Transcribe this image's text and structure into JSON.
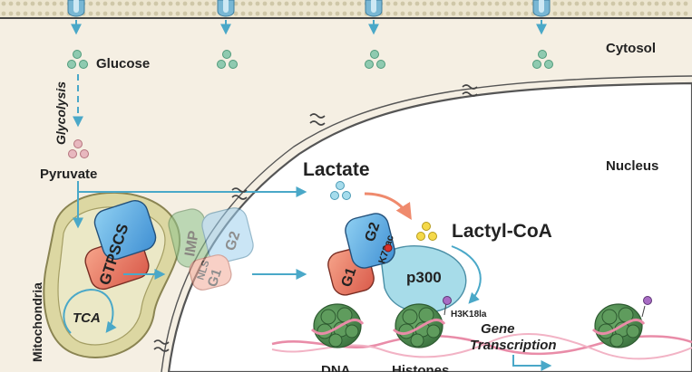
{
  "colors": {
    "cytosol_bg": "#f5efe3",
    "nucleus_bg": "#ffffff",
    "membrane": "#555555",
    "arrow_teal": "#4aa8c8",
    "arrow_orange": "#ef8a6d",
    "glucose": "#6fb89a",
    "pyruvate": "#d9a1a8",
    "lactate": "#8ecfe3",
    "lactyl_coa": "#f2d23a",
    "mito_fill": "#ddd9a8",
    "gtpscs_blue": "#5aa7e0",
    "gtpscs_red": "#e8705c",
    "imp_green": "#8fc48e",
    "histone_green": "#4f8b4e",
    "dna_pink": "#e98ca8",
    "p300": "#9fd8e6"
  },
  "labels": {
    "glucose": "Glucose",
    "glycolysis": "Glycolysis",
    "pyruvate": "Pyruvate",
    "cytosol": "Cytosol",
    "nucleus": "Nucleus",
    "lactate": "Lactate",
    "lactyl_coa": "Lactyl-CoA",
    "mitochondria": "Mitochondria",
    "tca": "TCA",
    "gtpscs": "GTPSCS",
    "imp": "IMP",
    "g2": "G2",
    "g1": "G1",
    "nls": "NLS",
    "k73ac": "K73ac",
    "p300": "p300",
    "h3k18la": "H3K18la",
    "gene": "Gene",
    "transcription": "Transcription",
    "dna": "DNA",
    "histones": "Histones"
  },
  "icons": {
    "glucose_transporter": "glucose-transporter-icon",
    "nuclear_pore": "nuclear-pore-icon",
    "nucleosome": "nucleosome-icon"
  }
}
